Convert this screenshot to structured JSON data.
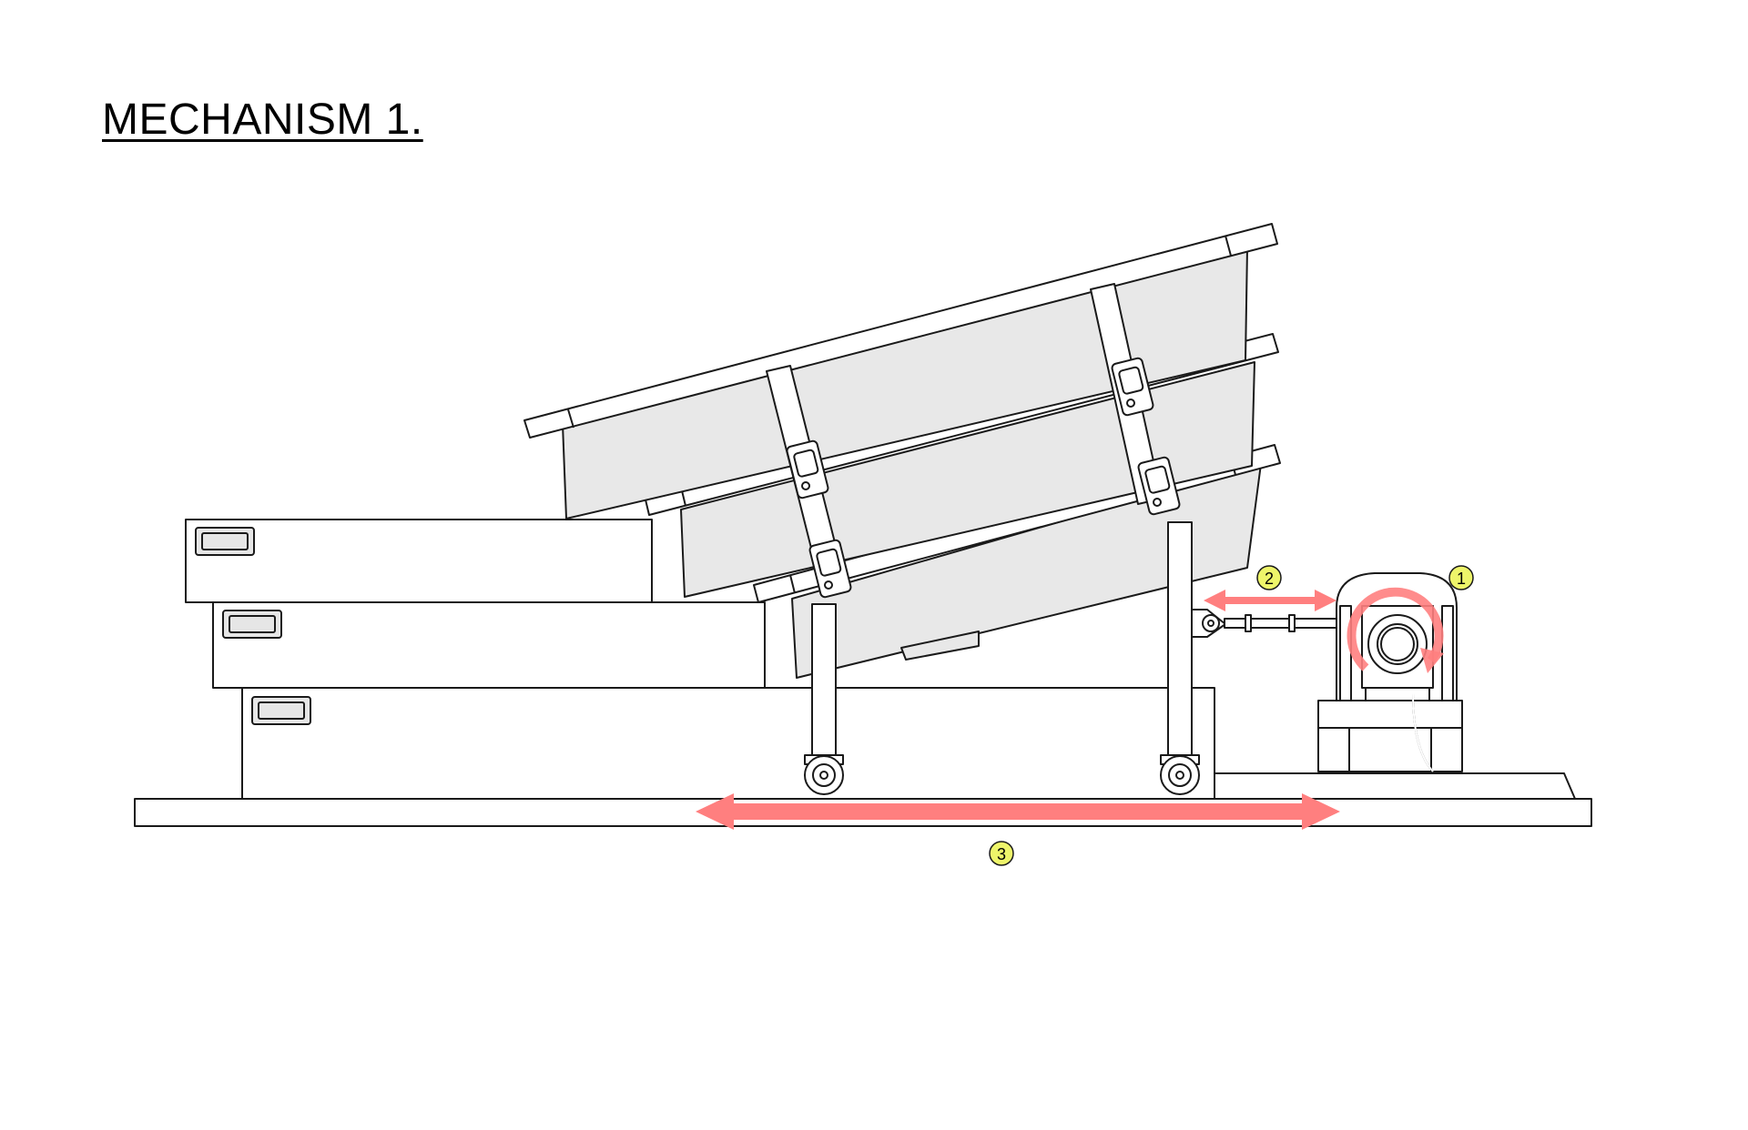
{
  "title": "MECHANISM 1.",
  "labels": {
    "one": "1",
    "two": "2",
    "three": "3"
  },
  "colors": {
    "arrow": "#ff7f7f",
    "badge": "#eef56a",
    "tray": "#e8e8e8"
  }
}
